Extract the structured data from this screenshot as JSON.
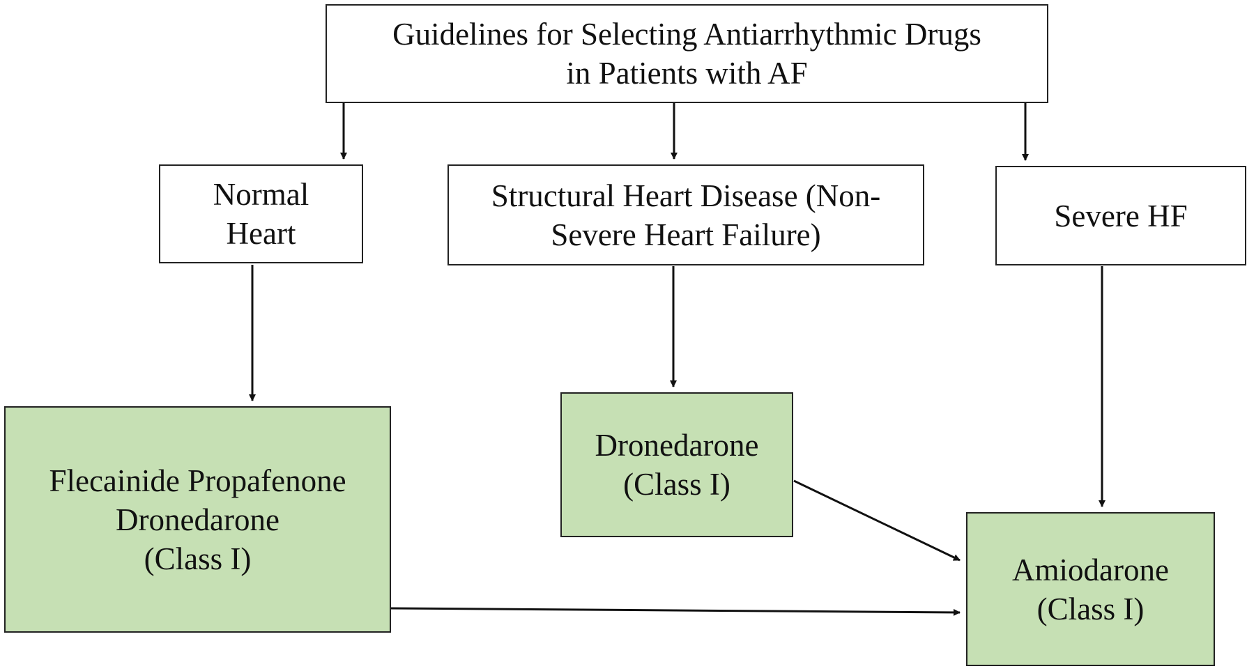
{
  "title": {
    "line1": "Guidelines for Selecting Antiarrhythmic Drugs",
    "line2": "in Patients with AF"
  },
  "categories": {
    "normal_heart": {
      "line1": "Normal",
      "line2": "Heart"
    },
    "structural_heart_disease": {
      "line1": "Structural Heart Disease (Non-",
      "line2": "Severe Heart Failure)"
    },
    "severe_hf": {
      "line1": "Severe HF"
    }
  },
  "treatments": {
    "normal_heart_drugs": {
      "line1": "Flecainide Propafenone",
      "line2": "Dronedarone",
      "line3": "(Class I)"
    },
    "dronedarone": {
      "line1": "Dronedarone",
      "line2": "(Class I)"
    },
    "amiodarone": {
      "line1": "Amiodarone",
      "line2": "(Class I)"
    }
  },
  "colors": {
    "treatment_fill": "#c6e0b4",
    "category_fill": "#ffffff",
    "border": "#222222",
    "arrow": "#111111"
  }
}
